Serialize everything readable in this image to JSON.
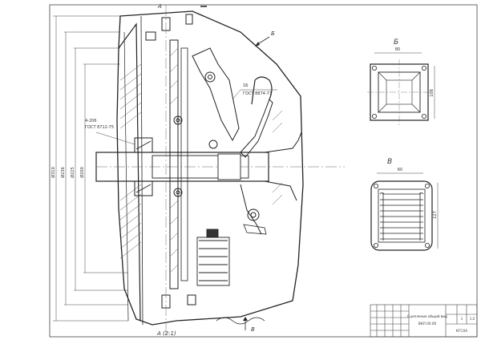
{
  "annotations": {
    "section_a_top": "A",
    "section_a_bottom": "A (2:1)",
    "view_b_arrow": "Б",
    "view_v_arrow": "В",
    "weld_symbol": "ГОСТ 8874-73",
    "weld_note": "1Б",
    "bearing_name": "4-206",
    "bearing_gost": "ГОСТ 8712-75",
    "dim_outer": "Ø310",
    "dim_2": "Ø236",
    "dim_3": "Ø225",
    "dim_4": "Ø200"
  },
  "view_b": {
    "title": "Б",
    "dim_width": "80",
    "dim_height": "108"
  },
  "view_v": {
    "title": "В",
    "dim_width": "60",
    "dim_height": "127"
  },
  "title_block": {
    "name": "Сцепление общий вид",
    "doc": "ВКЛ 00.00",
    "sheet": "1",
    "scale": "1:2",
    "org": "КГСХА"
  }
}
